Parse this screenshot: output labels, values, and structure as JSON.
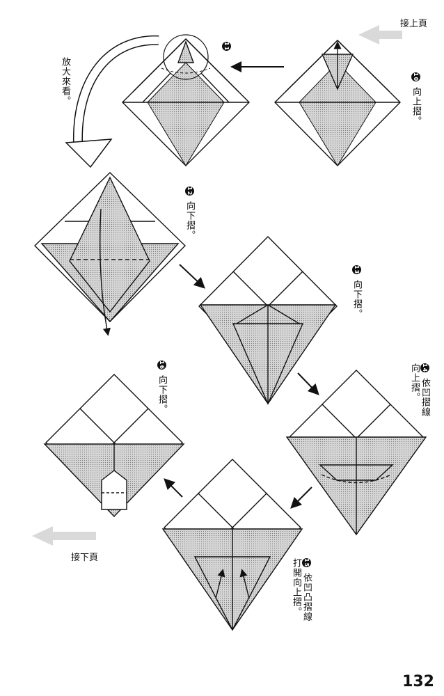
{
  "nav": {
    "continue_from": "接上頁",
    "continue_to": "接下頁"
  },
  "zoom_note": "放大來看。",
  "steps": [
    {
      "num": "11",
      "text": ""
    },
    {
      "num": "10",
      "text": "向上摺。"
    },
    {
      "num": "12",
      "text": "向下摺。"
    },
    {
      "num": "13",
      "text": "向下摺。"
    },
    {
      "num": "14",
      "text": "依凹摺線向上摺。"
    },
    {
      "num": "16",
      "text": "向下摺。"
    },
    {
      "num": "15",
      "text": "依凹凸摺線打開向上摺。"
    }
  ],
  "page_number": "132",
  "colors": {
    "paper_shade": "#c9c9c9",
    "ink": "#111111",
    "nav_arrow": "#d4d4d4"
  }
}
